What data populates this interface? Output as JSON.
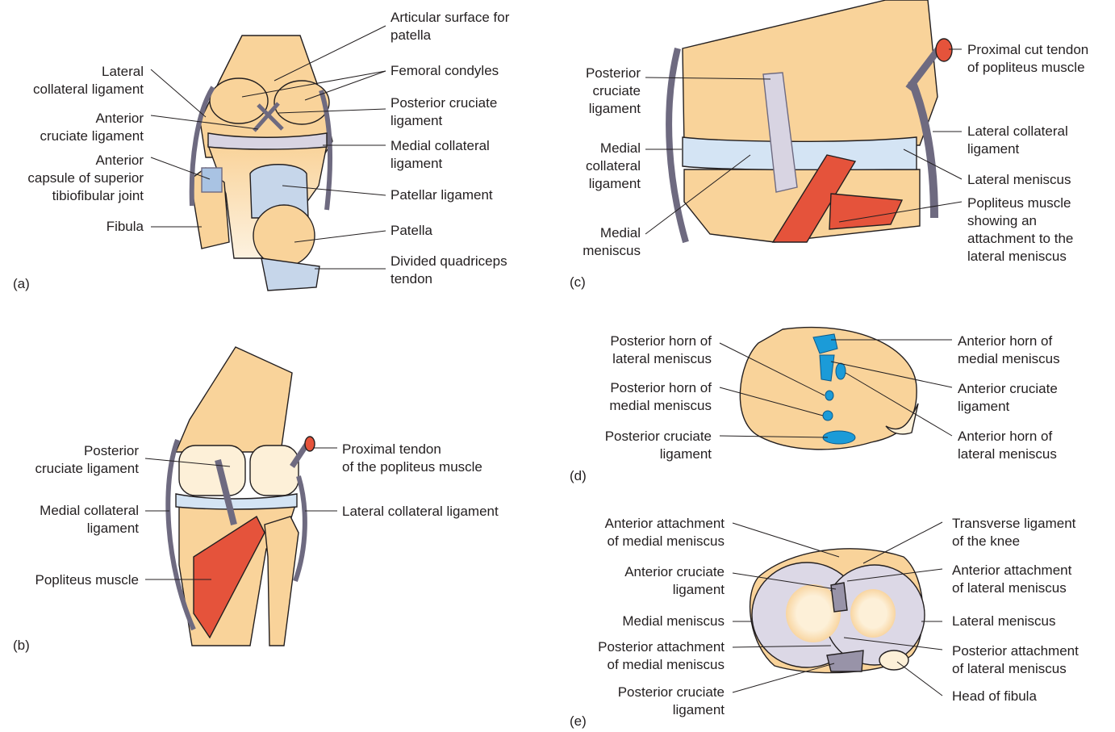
{
  "colors": {
    "bone": "#f9d39a",
    "bone_light": "#fde9c8",
    "ligament": "#d8d4e2",
    "ligament_stroke": "#6e6a80",
    "meniscus": "#d4e4f4",
    "muscle": "#e5533b",
    "attachment": "#1b9bd8",
    "outline": "#231f20"
  },
  "panels": {
    "a": {
      "letter": "(a)",
      "labels": {
        "articular_surface": "Articular surface for\npatella",
        "femoral_condyles": "Femoral condyles",
        "posterior_cruciate": "Posterior cruciate\nligament",
        "medial_collateral": "Medial collateral\nligament",
        "patellar_ligament": "Patellar ligament",
        "patella": "Patella",
        "divided_quadriceps": "Divided quadriceps\ntendon",
        "lateral_collateral": "Lateral\ncollateral ligament",
        "anterior_cruciate": "Anterior\ncruciate ligament",
        "anterior_capsule": "Anterior\ncapsule of superior\ntibiofibular joint",
        "fibula": "Fibula"
      }
    },
    "b": {
      "letter": "(b)",
      "labels": {
        "posterior_cruciate": "Posterior\ncruciate ligament",
        "medial_collateral": "Medial collateral\nligament",
        "popliteus_muscle": "Popliteus muscle",
        "proximal_tendon": "Proximal tendon\nof the popliteus muscle",
        "lateral_collateral": "Lateral collateral ligament"
      }
    },
    "c": {
      "letter": "(c)",
      "labels": {
        "posterior_cruciate": "Posterior\ncruciate\nligament",
        "medial_collateral": "Medial\ncollateral\nligament",
        "medial_meniscus": "Medial\nmeniscus",
        "proximal_cut_tendon": "Proximal cut tendon\nof popliteus muscle",
        "lateral_collateral": "Lateral collateral\nligament",
        "lateral_meniscus": "Lateral meniscus",
        "popliteus_attachment": "Popliteus muscle\nshowing an\nattachment to the\nlateral meniscus"
      }
    },
    "d": {
      "letter": "(d)",
      "labels": {
        "posterior_horn_lateral": "Posterior horn of\nlateral meniscus",
        "posterior_horn_medial": "Posterior horn of\nmedial meniscus",
        "posterior_cruciate": "Posterior cruciate\nligament",
        "anterior_horn_medial": "Anterior horn of\nmedial meniscus",
        "anterior_cruciate": "Anterior cruciate\nligament",
        "anterior_horn_lateral": "Anterior horn of\nlateral meniscus"
      }
    },
    "e": {
      "letter": "(e)",
      "labels": {
        "anterior_attachment_medial": "Anterior attachment\nof medial meniscus",
        "anterior_cruciate": "Anterior cruciate\nligament",
        "medial_meniscus": "Medial meniscus",
        "posterior_attachment_medial": "Posterior attachment\nof medial meniscus",
        "posterior_cruciate": "Posterior cruciate\nligament",
        "transverse_ligament": "Transverse ligament\nof the knee",
        "anterior_attachment_lateral": "Anterior attachment\nof lateral meniscus",
        "lateral_meniscus": "Lateral meniscus",
        "posterior_attachment_lateral": "Posterior attachment\nof lateral meniscus",
        "head_of_fibula": "Head of fibula"
      }
    }
  }
}
